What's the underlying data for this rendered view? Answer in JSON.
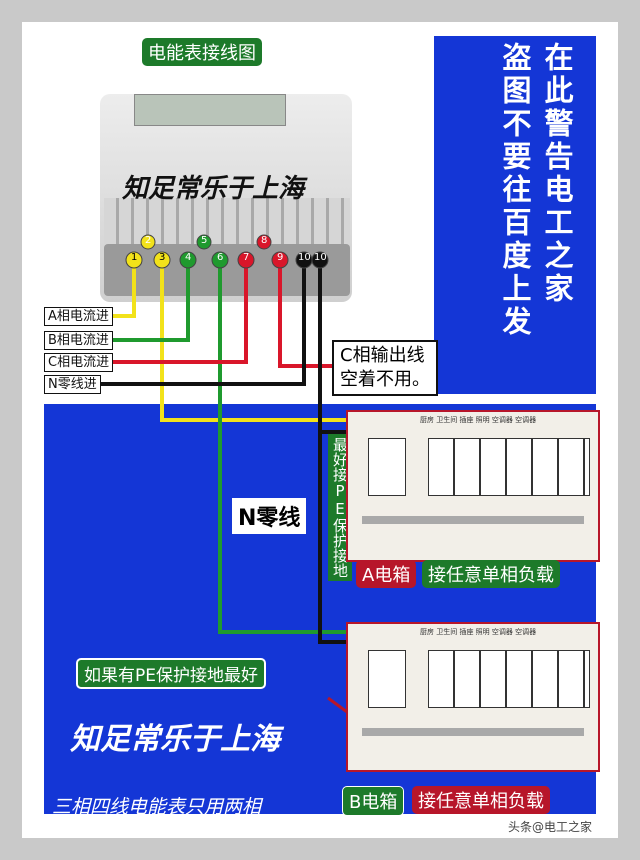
{
  "meter_title": "电能表接线图",
  "warning": {
    "col_right": "在此警告电工之家",
    "col_left": "盗图不要往百度上发"
  },
  "watermark": "知足常乐于上海",
  "terminals": [
    "1",
    "2",
    "3",
    "4",
    "5",
    "6",
    "7",
    "8",
    "9",
    "10",
    "10"
  ],
  "wire_labels": {
    "a_in": "A相电流进",
    "b_in": "B相电流进",
    "c_in": "C相电流进",
    "n_in": "N零线进",
    "c_out_line1": "C相输出线",
    "c_out_line2": "空着不用。",
    "neutral": "N零线",
    "pe_vertical": "最好接PE保护接地"
  },
  "box_a": {
    "name": "A电箱",
    "load": "接任意单相负载"
  },
  "box_b": {
    "name": "B电箱",
    "load": "接任意单相负载"
  },
  "pe_note": "如果有PE保护接地最好",
  "footer_title": "三相四线电能表只用两相",
  "panel_header": "厨房  卫生间  插座 照明 空调器 空调器",
  "brand": "头条@电工之家",
  "colors": {
    "phase_a": "#f2e21a",
    "phase_b": "#1f9a2e",
    "phase_c": "#d9162a",
    "neutral": "#111111",
    "panel_blue": "#1436d6",
    "tag_green": "#1d7a2a",
    "tag_red": "#b7162a"
  }
}
